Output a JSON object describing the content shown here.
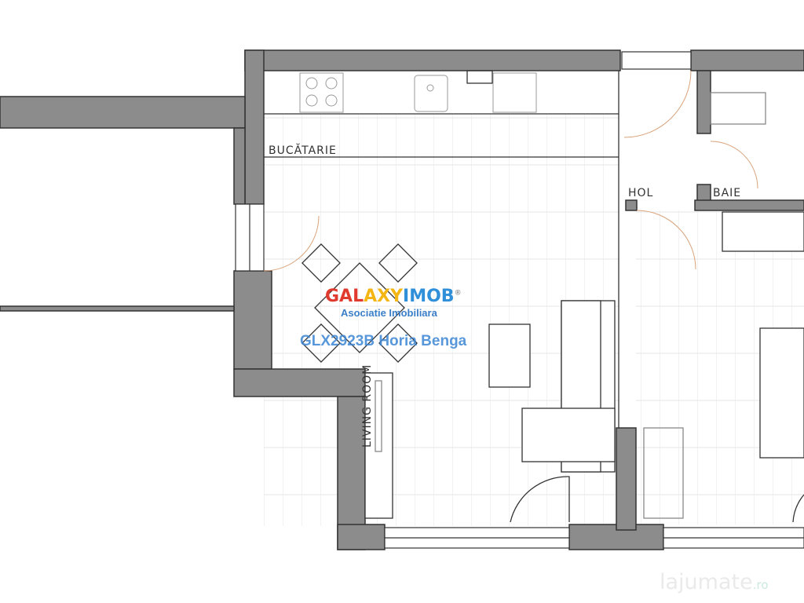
{
  "rooms": {
    "kitchen": "BUCĂTARIE",
    "hall": "HOL",
    "bathroom": "BAIE",
    "living": "LIVING ROOM"
  },
  "watermark": {
    "brand_part1": "GAL",
    "brand_part2": "AXY",
    "brand_part3": "IMOB",
    "registered": "®",
    "subtitle": "Asociatie Imobiliara",
    "listing": "GLX2923B Horia Benga",
    "site": "lajumate",
    "site_tld": ".ro"
  },
  "colors": {
    "wall": "#8c8c8c",
    "line": "#333333",
    "door_arc": "#d9a27a"
  }
}
